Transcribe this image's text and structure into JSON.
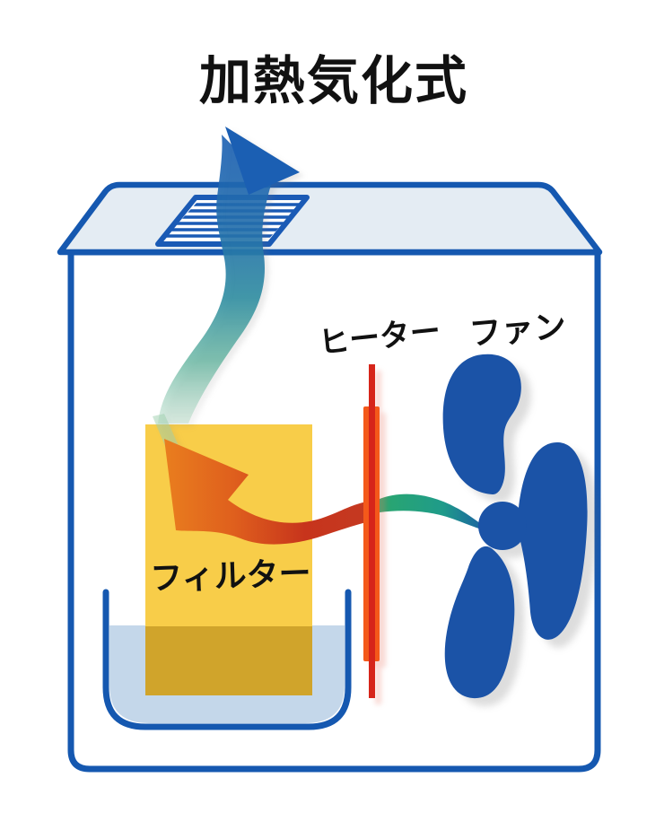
{
  "title": "加熱気化式",
  "labels": {
    "heater": "ヒーター",
    "fan": "ファン",
    "filter": "フィルター"
  },
  "colors": {
    "outline_blue": "#1558b0",
    "lid_fill": "#e4ecf3",
    "vent_blue": "#1a5ab5",
    "fan_blue": "#1b53a7",
    "steam_blue": "#1b5fb3",
    "green_flow": "#2aa76e",
    "arrow_orange": "#e97d1e",
    "arrow_red": "#c43a22",
    "heater_bar_orange": "#f4591a",
    "heater_line_red": "#d6251a",
    "filter_yellow": "#f8cd49",
    "filter_wet": "#d0a42b",
    "water_blue": "#c4d7ea",
    "text_black": "#111111",
    "background": "#ffffff"
  }
}
